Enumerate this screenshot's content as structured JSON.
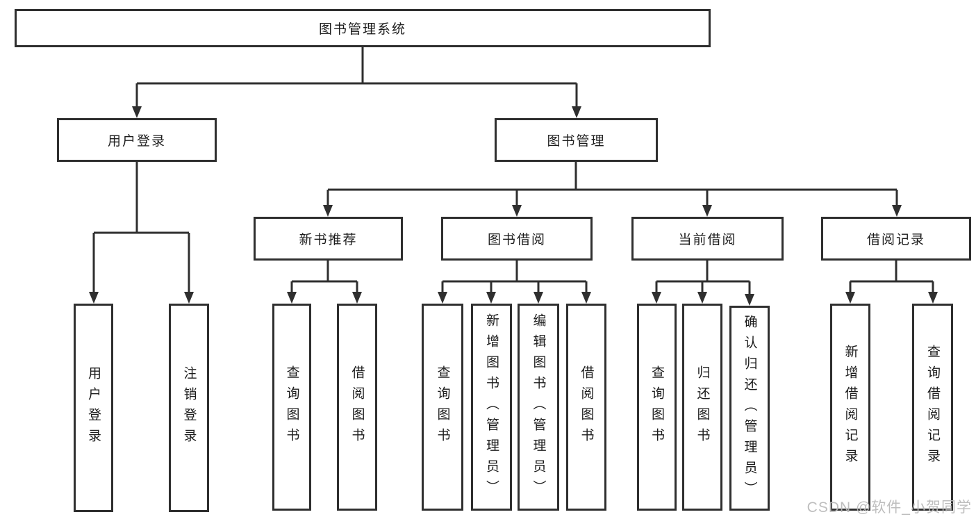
{
  "diagram": {
    "root": {
      "label": "图书管理系统"
    },
    "branches": [
      {
        "label": "用户登录",
        "children": [
          {
            "label": "用户登录"
          },
          {
            "label": "注销登录"
          }
        ]
      },
      {
        "label": "图书管理",
        "children": [
          {
            "label": "新书推荐",
            "children": [
              {
                "label": "查询图书"
              },
              {
                "label": "借阅图书"
              }
            ]
          },
          {
            "label": "图书借阅",
            "children": [
              {
                "label": "查询图书"
              },
              {
                "label": "新增图书（管理员）"
              },
              {
                "label": "编辑图书（管理员）"
              },
              {
                "label": "借阅图书"
              }
            ]
          },
          {
            "label": "当前借阅",
            "children": [
              {
                "label": "查询图书"
              },
              {
                "label": "归还图书"
              },
              {
                "label": "确认归还（管理员）"
              }
            ]
          },
          {
            "label": "借阅记录",
            "children": [
              {
                "label": "新增借阅记录"
              },
              {
                "label": "查询借阅记录"
              }
            ]
          }
        ]
      }
    ],
    "watermark": "CSDN @软件_小贺同学",
    "colors": {
      "line": "#2f2f2f",
      "box_border": "#2f2f2f",
      "box_background": "#ffffff",
      "text": "#1c1c1c",
      "watermark": "#b9b9b9",
      "background": "#ffffff"
    }
  }
}
